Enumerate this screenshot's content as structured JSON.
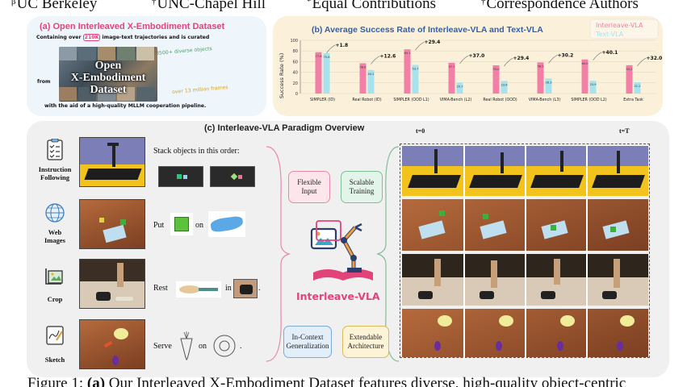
{
  "affiliations": [
    {
      "mark": "β",
      "name": "UC Berkeley"
    },
    {
      "mark": "†",
      "name": "UNC-Chapel Hill"
    },
    {
      "mark": "*",
      "name": "Equal Contributions"
    },
    {
      "mark": "†",
      "name": "Correspondence Authors"
    }
  ],
  "panel_a": {
    "title": "(a) Open Interleaved X-Embodiment Dataset",
    "sub_prefix": "Containing over ",
    "sub_highlight": "210K",
    "sub_suffix": " image-text trajectories and is curated",
    "from": "from",
    "collage_title_1": "Open",
    "collage_title_2": "X-Embodiment",
    "collage_title_3": "Dataset",
    "note_objects": "3500+ diverse objects",
    "note_frames": "over 13 million frames",
    "bottom": "with the aid of a high-quality MLLM cooperation pipeline."
  },
  "panel_b": {
    "title": "(b) Average Success Rate of Interleave-VLA and Text-VLA",
    "colors": {
      "interleave": "#f47fa6",
      "text": "#a7e3ee",
      "title": "#2f5fb0"
    }
  },
  "chart_data": {
    "type": "bar",
    "title": "(b) Average Success Rate of Interleave-VLA and Text-VLA",
    "ylabel": "Success Rate (%)",
    "ylim": [
      0,
      100
    ],
    "grid": true,
    "legend_position": "top-right",
    "categories": [
      "SIMPLER (ID)",
      "Real Robot (ID)",
      "SIMPLER (OOD L1)",
      "VIMA-Bench (L2)",
      "Real Robot (OOD)",
      "VIMA-Bench (L3)",
      "SIMPLER (OOD L2)",
      "Extra Task"
    ],
    "series": [
      {
        "name": "Interleave-VLA",
        "values": [
          77.6,
          56.8,
          83.1,
          57.7,
          53.0,
          58.5,
          64.0,
          53.2
        ]
      },
      {
        "name": "Text-VLA",
        "values": [
          75.8,
          44.2,
          53.7,
          20.7,
          23.6,
          28.3,
          23.9,
          21.2
        ]
      }
    ],
    "data_labels_interleave": [
      "77.6",
      "56.8",
      "83.1",
      "57.7",
      "53.0",
      "58.5",
      "64.0",
      "53.2"
    ],
    "data_labels_text": [
      "75.8",
      "44.2",
      "53.7",
      "20.7",
      "23.6",
      "28.3",
      "23.9",
      "21.2"
    ],
    "gain_labels": [
      "+1.8",
      "+12.6",
      "+29.4",
      "+37.0",
      "+29.4",
      "+30.2",
      "+40.1",
      "+32.0"
    ]
  },
  "panel_c": {
    "title": "(c) Interleave-VLA Paradigm Overview",
    "t_start": "t=0",
    "t_end": "t=T",
    "rows": [
      {
        "label_1": "Instruction",
        "label_2": "Following",
        "icon": "checklist-icon"
      },
      {
        "label_1": "Web",
        "label_2": "Images",
        "icon": "globe-icon"
      },
      {
        "label_1": "Crop",
        "label_2": "",
        "icon": "crop-icon"
      },
      {
        "label_1": "Sketch",
        "label_2": "",
        "icon": "sketch-icon"
      }
    ],
    "instr_stack": "Stack objects in this order:",
    "instr_put": "Put",
    "instr_on": "on",
    "instr_rest": "Rest",
    "instr_in": "in",
    "instr_serve": "Serve",
    "instr_on2": "on",
    "period": ".",
    "badges": {
      "flexible_1": "Flexible",
      "flexible_2": "Input",
      "scalable_1": "Scalable",
      "scalable_2": "Training",
      "incontext_1": "In-Context",
      "incontext_2": "Generalization",
      "extendable_1": "Extendable",
      "extendable_2": "Architecture"
    },
    "model_name": "Interleave-VLA"
  },
  "caption": {
    "prefix": "Figure 1: ",
    "bold": "(a)",
    "rest": " Our Interleaved X-Embodiment Dataset features diverse, high-quality object-centric"
  }
}
